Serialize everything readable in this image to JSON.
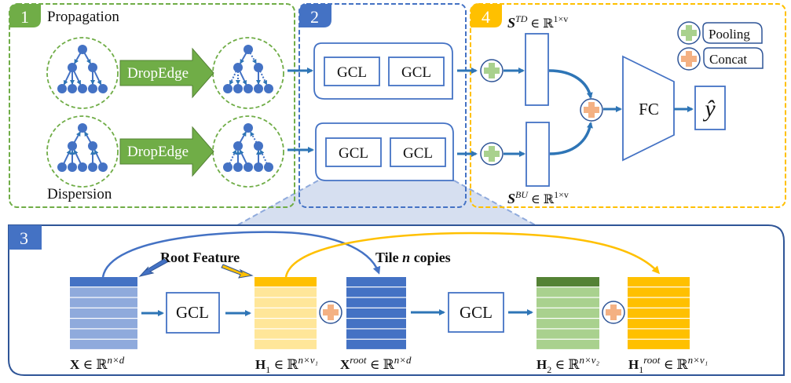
{
  "colors": {
    "green": "#70ad47",
    "green_dark": "#548235",
    "blue": "#4472c4",
    "blue_arrow": "#2e75b6",
    "blue_light": "#8faadc",
    "yellow": "#ffc000",
    "yellow_light": "#ffe699",
    "green_light": "#a9d18e",
    "orange": "#f4b183",
    "pool_green": "#a9d18e",
    "shade": "#d6dff0"
  },
  "panel1": {
    "badge": "1",
    "top_label": "Propagation",
    "bottom_label": "Dispersion",
    "arrow_top_label": "DropEdge",
    "arrow_bottom_label": "DropEdge"
  },
  "panel2": {
    "badge": "2",
    "top_layers": [
      "GCL",
      "GCL"
    ],
    "bottom_layers": [
      "GCL",
      "GCL"
    ]
  },
  "panel4": {
    "badge": "4",
    "s_td": {
      "sym": "S",
      "sup": "TD",
      "rest": " ∈ ℝ",
      "exp": "1×v"
    },
    "s_bu": {
      "sym": "S",
      "sup": "BU",
      "rest": " ∈ ℝ",
      "exp": "1×v"
    },
    "fc_label": "FC",
    "output_label": "ŷ",
    "legend": [
      {
        "icon": "pooling-plus-icon",
        "label": "Pooling"
      },
      {
        "icon": "concat-plus-icon",
        "label": "Concat"
      }
    ]
  },
  "panel3": {
    "badge": "3",
    "root_feature_label": "Root Feature",
    "tile_label_pre": "Tile ",
    "tile_label_n": "n",
    "tile_label_post": " copies",
    "gcl1": "GCL",
    "gcl2": "GCL",
    "matrices": [
      {
        "name": "X",
        "sub": "",
        "sup_after": "",
        "rest": " ∈ ℝ",
        "exp": "n×d"
      },
      {
        "name": "H",
        "sub": "1",
        "sup_after": "",
        "rest": " ∈ ℝ",
        "exp": "n×v₁"
      },
      {
        "name": "X",
        "sub": "",
        "sup_after": "root",
        "rest": "  ∈ ℝ",
        "exp": "n×d"
      },
      {
        "name": "H",
        "sub": "2",
        "sup_after": "",
        "rest": " ∈ ℝ",
        "exp": "n×v₂"
      },
      {
        "name": "H",
        "sub": "1",
        "sup_after": "root",
        "rest": "  ∈ ℝ",
        "exp": "n×v₁"
      }
    ]
  }
}
